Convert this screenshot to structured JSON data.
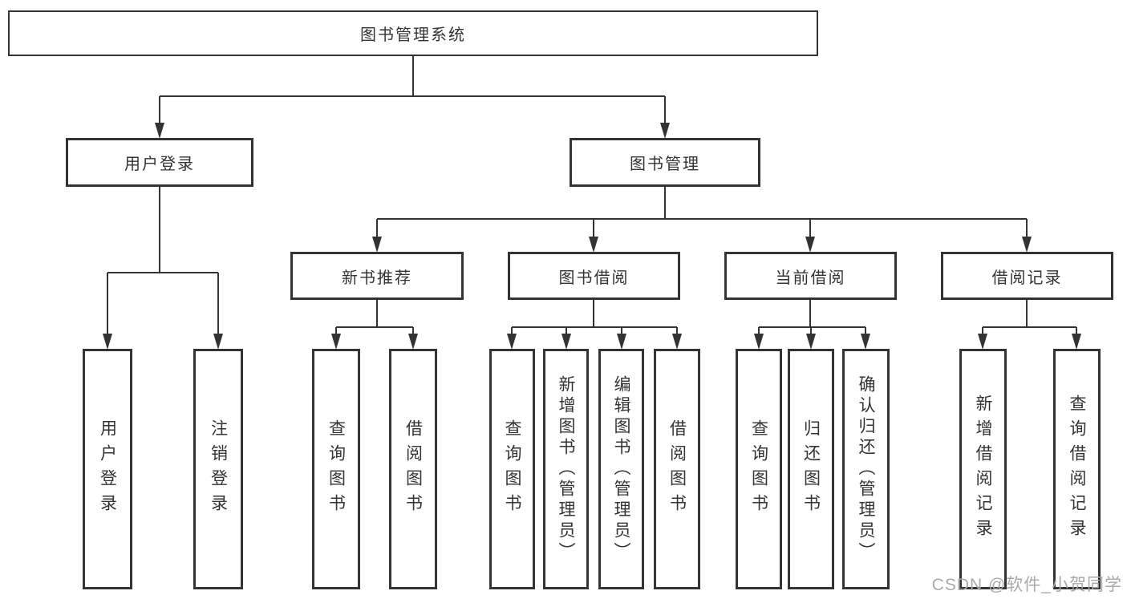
{
  "nodes": {
    "root": "图书管理系统",
    "user_login": "用户登录",
    "book_management": "图书管理",
    "new_book_recommend": "新书推荐",
    "book_borrowing": "图书借阅",
    "current_borrowing": "当前借阅",
    "borrowing_records": "借阅记录",
    "leaf_user_login": "用户登录",
    "leaf_logout_login": "注销登录",
    "leaf_nbr_query_books": "查询图书",
    "leaf_nbr_borrow_books": "借阅图书",
    "leaf_bb_query_books": "查询图书",
    "leaf_bb_add_books_admin": "新增图书（管理员）",
    "leaf_bb_edit_books_admin": "编辑图书（管理员）",
    "leaf_bb_borrow_books": "借阅图书",
    "leaf_cb_query_books": "查询图书",
    "leaf_cb_return_books": "归还图书",
    "leaf_cb_confirm_return_admin": "确认归还（管理员）",
    "leaf_br_add_record": "新增借阅记录",
    "leaf_br_query_record": "查询借阅记录"
  },
  "watermark": "CSDN @软件_小贺同学",
  "colors": {
    "line": "#333333",
    "text": "#333333",
    "watermark": "#a9a9a9",
    "background": "#ffffff"
  }
}
